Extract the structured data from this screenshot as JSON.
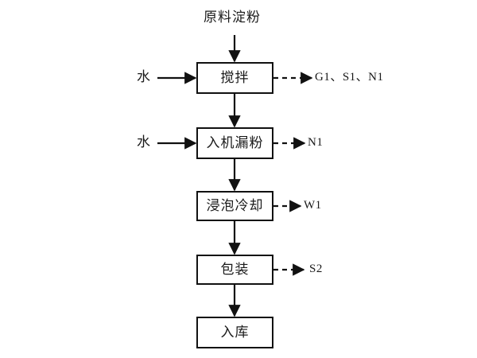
{
  "diagram": {
    "title": "",
    "type": "process-flowchart",
    "background_color": "#ffffff",
    "line_color": "#111111",
    "input_top": {
      "label": "原料淀粉",
      "connector": "solid-arrow-down"
    },
    "side_inputs": [
      {
        "id": "water-1",
        "label": "水",
        "connector": "solid-arrow-right",
        "target": "node-stir"
      },
      {
        "id": "water-2",
        "label": "水",
        "connector": "solid-arrow-right",
        "target": "node-powder-feed"
      }
    ],
    "nodes": [
      {
        "id": "node-stir",
        "label": "搅拌"
      },
      {
        "id": "node-powder-feed",
        "label": "入机漏粉"
      },
      {
        "id": "node-soak-cool",
        "label": "浸泡冷却"
      },
      {
        "id": "node-packaging",
        "label": "包装"
      },
      {
        "id": "node-warehousing",
        "label": "入库"
      }
    ],
    "outputs": [
      {
        "id": "output-1",
        "label": "G1、S1、N1",
        "from": "node-stir",
        "connector": "dashed-arrow-right"
      },
      {
        "id": "output-2",
        "label": "N1",
        "from": "node-powder-feed",
        "connector": "dashed-arrow-right"
      },
      {
        "id": "output-3",
        "label": "W1",
        "from": "node-soak-cool",
        "connector": "dashed-arrow-right"
      },
      {
        "id": "output-4",
        "label": "S2",
        "from": "node-packaging",
        "connector": "dashed-arrow-right"
      }
    ],
    "flow_connectors": [
      {
        "from": "node-stir",
        "to": "node-powder-feed",
        "connector": "solid-arrow-down"
      },
      {
        "from": "node-powder-feed",
        "to": "node-soak-cool",
        "connector": "solid-arrow-down"
      },
      {
        "from": "node-soak-cool",
        "to": "node-packaging",
        "connector": "solid-arrow-down"
      },
      {
        "from": "node-packaging",
        "to": "node-warehousing",
        "connector": "solid-arrow-down"
      }
    ]
  }
}
